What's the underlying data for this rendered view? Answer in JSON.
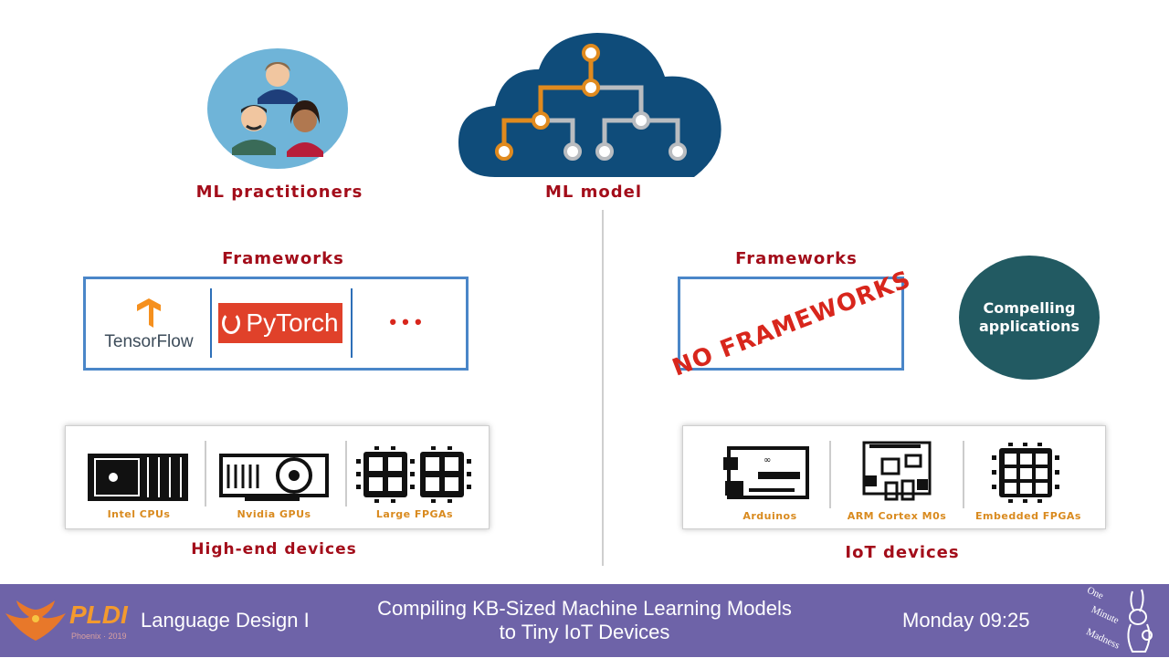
{
  "top": {
    "practitioners_label": "ML practitioners",
    "model_label": "ML model"
  },
  "left": {
    "frameworks_title": "Frameworks",
    "tensorflow_label": "TensorFlow",
    "pytorch_label": "PyTorch",
    "ellipsis": "• • •",
    "devices": [
      {
        "label": "Intel CPUs",
        "icon": "cpu-icon"
      },
      {
        "label": "Nvidia GPUs",
        "icon": "gpu-icon"
      },
      {
        "label": "Large FPGAs",
        "icon": "fpga-icon"
      }
    ],
    "devices_title": "High-end devices"
  },
  "right": {
    "frameworks_title": "Frameworks",
    "no_frameworks": "NO FRAMEWORKS",
    "compelling_line1": "Compelling",
    "compelling_line2": "applications",
    "devices": [
      {
        "label": "Arduinos",
        "icon": "arduino-icon"
      },
      {
        "label": "ARM Cortex M0s",
        "icon": "raspberry-board-icon"
      },
      {
        "label": "Embedded FPGAs",
        "icon": "fpga-chip-icon"
      }
    ],
    "devices_title": "IoT devices"
  },
  "footer": {
    "logo_text": "PLDI",
    "logo_subtext": "Phoenix · 2019",
    "session": "Language Design I",
    "talk_title_line1": "Compiling KB-Sized Machine Learning Models",
    "talk_title_line2": "to Tiny IoT Devices",
    "time": "Monday 09:25",
    "brand_line1": "One",
    "brand_line2": "Minute",
    "brand_line3": "Madness"
  },
  "colors": {
    "label_red": "#a30d1a",
    "caption_orange": "#d98a1e",
    "box_blue": "#4a86c8",
    "cloud_blue": "#0f4c7a",
    "teal_circle": "#225a62",
    "footer_purple": "#6e63a8",
    "pytorch_red": "#e0412a"
  }
}
